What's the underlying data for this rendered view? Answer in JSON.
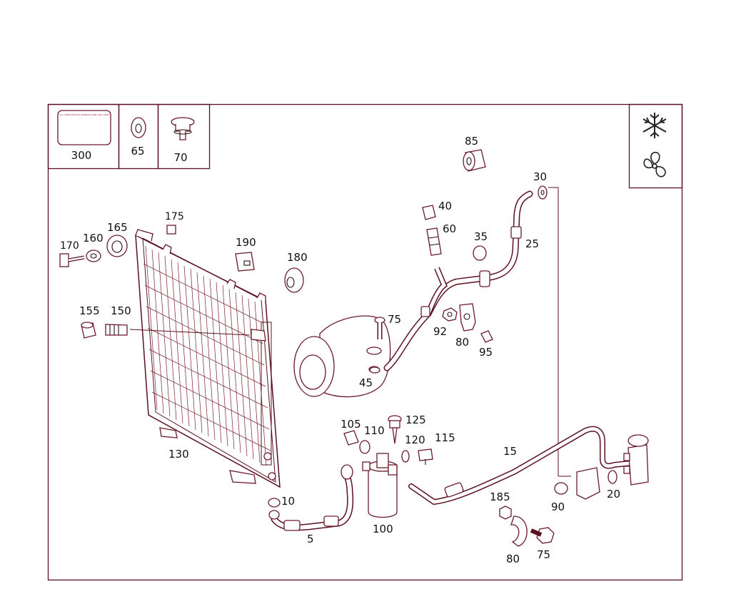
{
  "header_boxes": [
    {
      "label": "300",
      "caption": "A/C CONDITION FOR ADHESIVE LABEL 300 / VIEW"
    },
    {
      "label": "65"
    },
    {
      "label": "70"
    }
  ],
  "legend_icons": [
    "snowflake-icon",
    "fan-icon"
  ],
  "colors": {
    "frame": "#5b1020",
    "part": "#6a1a2a",
    "text": "#111111"
  },
  "callouts": {
    "c170": "170",
    "c160": "160",
    "c165": "165",
    "c175": "175",
    "c190": "190",
    "c180": "180",
    "c155": "155",
    "c150": "150",
    "c130": "130",
    "c10": "10",
    "c5": "5",
    "c100": "100",
    "c105": "105",
    "c110": "110",
    "c125": "125",
    "c120": "120",
    "c115": "115",
    "c75a": "75",
    "c45": "45",
    "c40": "40",
    "c60": "60",
    "c35": "35",
    "c85": "85",
    "c30": "30",
    "c25": "25",
    "c92": "92",
    "c80a": "80",
    "c95": "95",
    "c15": "15",
    "c185": "185",
    "c80b": "80",
    "c75b": "75",
    "c90": "90",
    "c20": "20"
  }
}
